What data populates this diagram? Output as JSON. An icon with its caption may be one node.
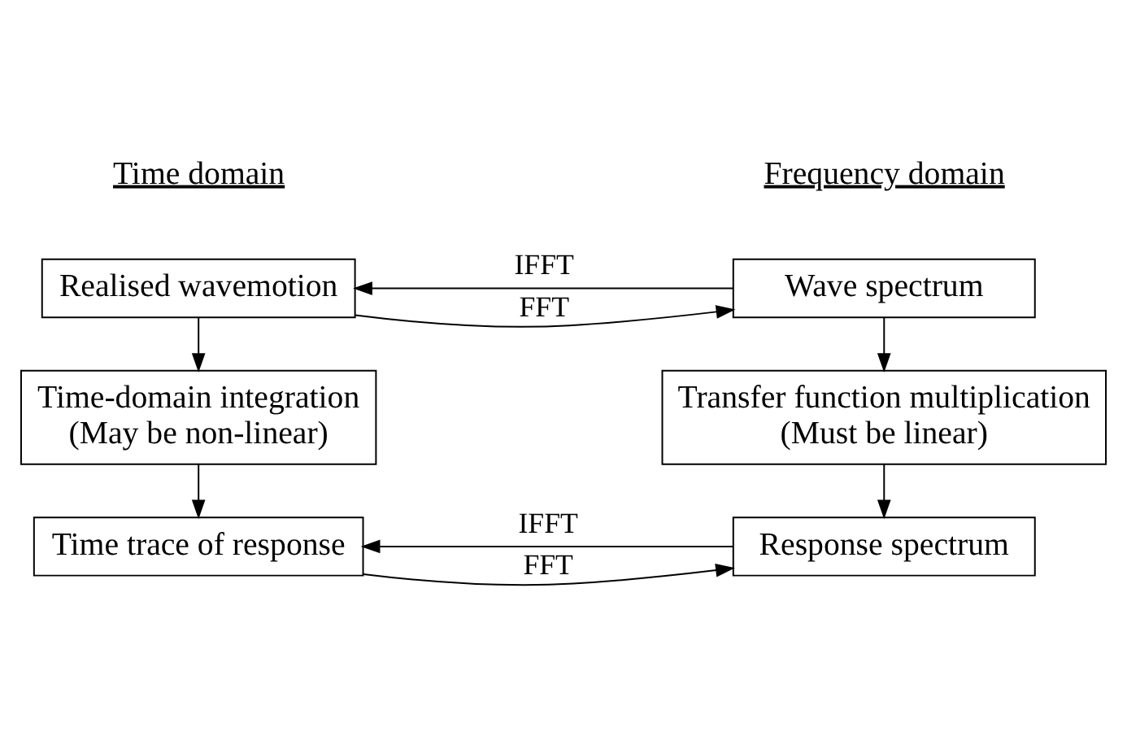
{
  "diagram": {
    "nodes": [
      {
        "text": [
          "Wave spectrum"
        ]
      },
      {
        "text": [
          "Realised wavemotion"
        ]
      },
      {
        "text": [
          "Transfer function multiplication",
          "(Must be linear)"
        ]
      },
      {
        "text": [
          "Time-domain integration",
          "(May be non-linear)"
        ]
      },
      {
        "text": [
          "Response spectrum"
        ]
      },
      {
        "text": [
          "Time trace of response"
        ]
      }
    ],
    "edges": [
      {
        "from": 0,
        "to": 1,
        "arrow": "to",
        "label": "IFFT"
      },
      {
        "from": 1,
        "to": 0,
        "arrow": "to",
        "label": "FFT"
      },
      {
        "from": 0,
        "to": 2,
        "arrow": "to"
      },
      {
        "from": 1,
        "to": 3,
        "arrow": "to"
      },
      {
        "from": 2,
        "to": 4,
        "arrow": "to"
      },
      {
        "from": 3,
        "to": 5,
        "arrow": "to"
      },
      {
        "from": 5,
        "to": 4,
        "arrow": "to",
        "label": "FFT"
      },
      {
        "from": 4,
        "to": 5,
        "arrow": "to",
        "label": "IFFT"
      }
    ],
    "labels": [
      "Frequency domain",
      "Time domain"
    ]
  }
}
